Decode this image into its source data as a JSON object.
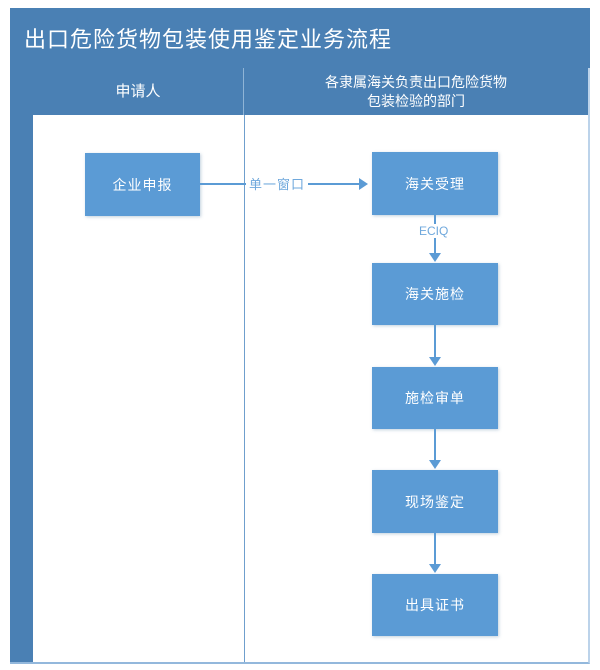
{
  "title": "出口危险货物包装使用鉴定业务流程",
  "colors": {
    "title_bar": "#4a80b4",
    "header_row": "#4a80b4",
    "box_fill": "#5b9bd5",
    "connector": "#5b9bd5",
    "edge_label": "#6fa8dc",
    "frame_border": "#93b8dc",
    "divider": "#6f9fcd"
  },
  "columns": [
    {
      "id": "applicant",
      "label": "申请人"
    },
    {
      "id": "customs",
      "label_line1": "各隶属海关负责出口危险货物",
      "label_line2": "包装检验的部门"
    }
  ],
  "flow": {
    "nodes": [
      {
        "id": "n1",
        "label": "企业申报",
        "column": "applicant"
      },
      {
        "id": "n2",
        "label": "海关受理",
        "column": "customs"
      },
      {
        "id": "n3",
        "label": "海关施检",
        "column": "customs"
      },
      {
        "id": "n4",
        "label": "施检审单",
        "column": "customs"
      },
      {
        "id": "n5",
        "label": "现场鉴定",
        "column": "customs"
      },
      {
        "id": "n6",
        "label": "出具证书",
        "column": "customs"
      }
    ],
    "edges": [
      {
        "from": "n1",
        "to": "n2",
        "label": "单一窗口",
        "direction": "right"
      },
      {
        "from": "n2",
        "to": "n3",
        "label": "ECIQ",
        "direction": "down"
      },
      {
        "from": "n3",
        "to": "n4",
        "label": "",
        "direction": "down"
      },
      {
        "from": "n4",
        "to": "n5",
        "label": "",
        "direction": "down"
      },
      {
        "from": "n5",
        "to": "n6",
        "label": "",
        "direction": "down"
      }
    ]
  }
}
